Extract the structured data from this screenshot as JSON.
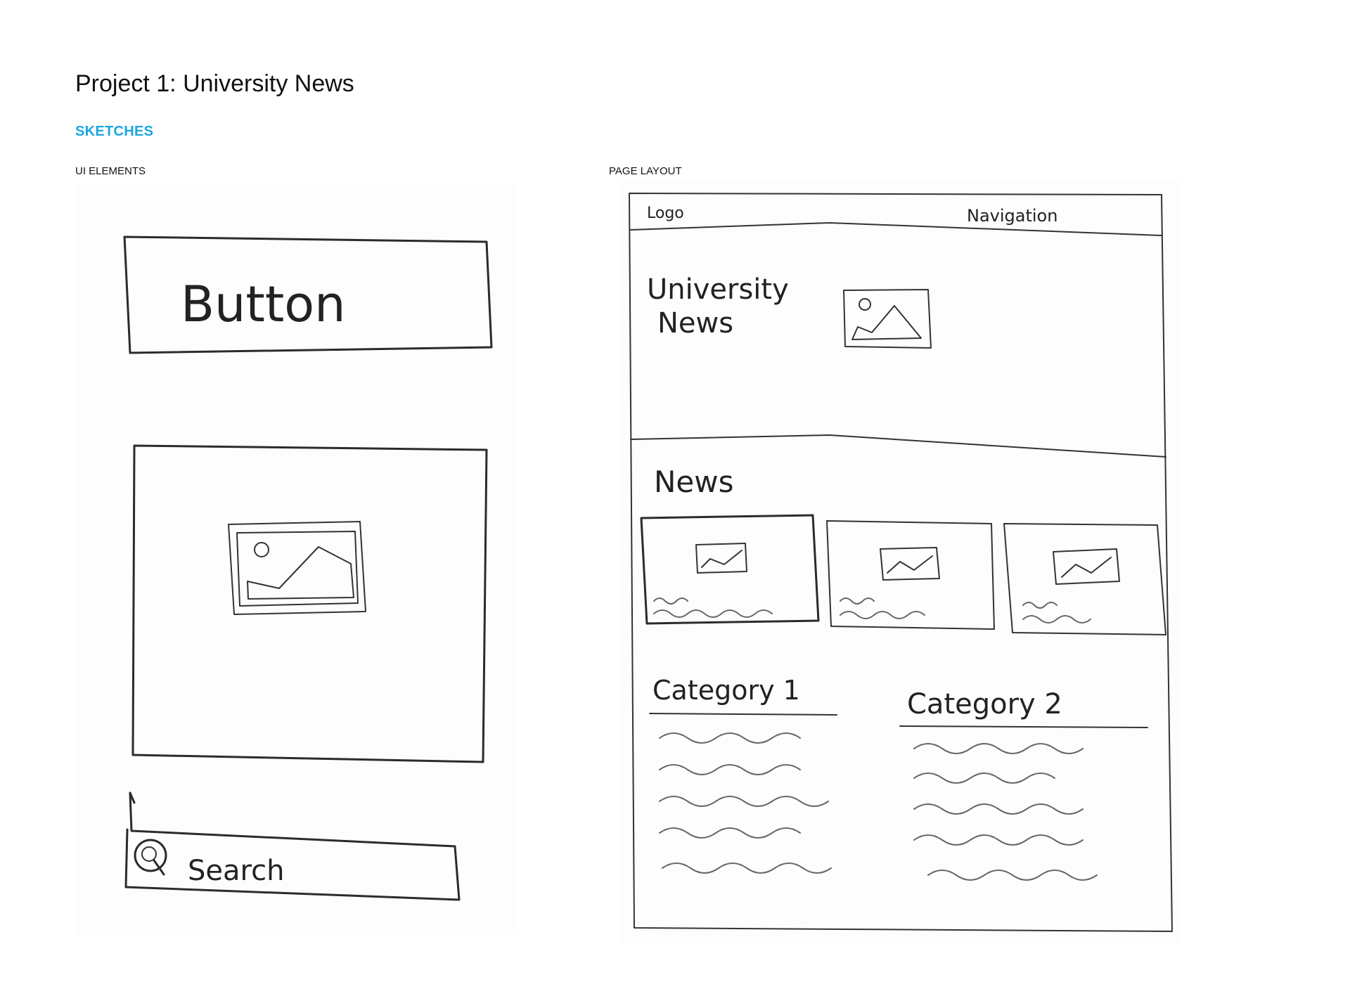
{
  "header": {
    "title": "Project 1: University News",
    "section": "SKETCHES"
  },
  "columns": {
    "ui_elements_label": "UI ELEMENTS",
    "page_layout_label": "PAGE LAYOUT"
  },
  "ui_sketch": {
    "button_text": "Button",
    "search_text": "Search"
  },
  "page_sketch": {
    "logo_text": "Logo",
    "nav_text": "Navigation",
    "hero_title_line1": "University",
    "hero_title_line2": "News",
    "news_heading": "News",
    "category1": "Category 1",
    "category2": "Category 2"
  },
  "colors": {
    "accent": "#1ba6e0",
    "ink": "#2b2b2b"
  }
}
